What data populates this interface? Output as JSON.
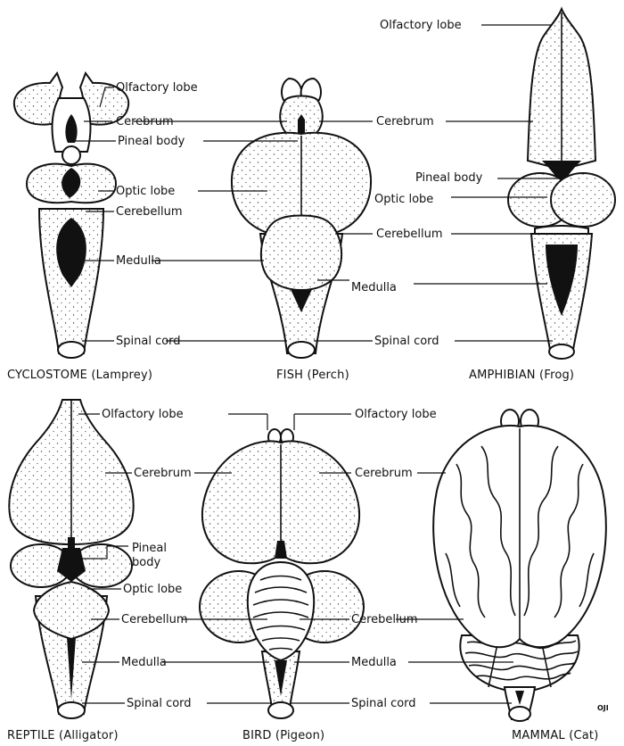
{
  "credit": "OJI",
  "panels": {
    "cyclostome": {
      "caption": "CYCLOSTOME (Lamprey)",
      "labels": {
        "olfactory": "Olfactory lobe",
        "cerebrum": "Cerebrum",
        "pineal": "Pineal body",
        "optic": "Optic lobe",
        "cerebellum": "Cerebellum",
        "medulla": "Medulla",
        "spinal": "Spinal cord"
      }
    },
    "fish": {
      "caption": "FISH (Perch)",
      "labels": {
        "cerebrum": "Cerebrum",
        "optic": "Optic lobe",
        "cerebellum": "Cerebellum",
        "medulla": "Medulla",
        "spinal": "Spinal cord"
      }
    },
    "amphibian": {
      "caption": "AMPHIBIAN (Frog)",
      "labels": {
        "olfactory": "Olfactory lobe",
        "pineal": "Pineal body"
      }
    },
    "reptile": {
      "caption": "REPTILE (Alligator)",
      "labels": {
        "olfactory": "Olfactory lobe",
        "cerebrum": "Cerebrum",
        "pineal_line1": "Pineal",
        "pineal_line2": "body",
        "optic": "Optic lobe",
        "cerebellum": "Cerebellum",
        "medulla": "Medulla",
        "spinal": "Spinal cord"
      }
    },
    "bird": {
      "caption": "BIRD (Pigeon)",
      "labels": {
        "olfactory": "Olfactory lobe",
        "cerebrum": "Cerebrum",
        "cerebellum": "Cerebellum",
        "medulla": "Medulla",
        "spinal": "Spinal cord"
      }
    },
    "mammal": {
      "caption": "MAMMAL (Cat)"
    }
  }
}
